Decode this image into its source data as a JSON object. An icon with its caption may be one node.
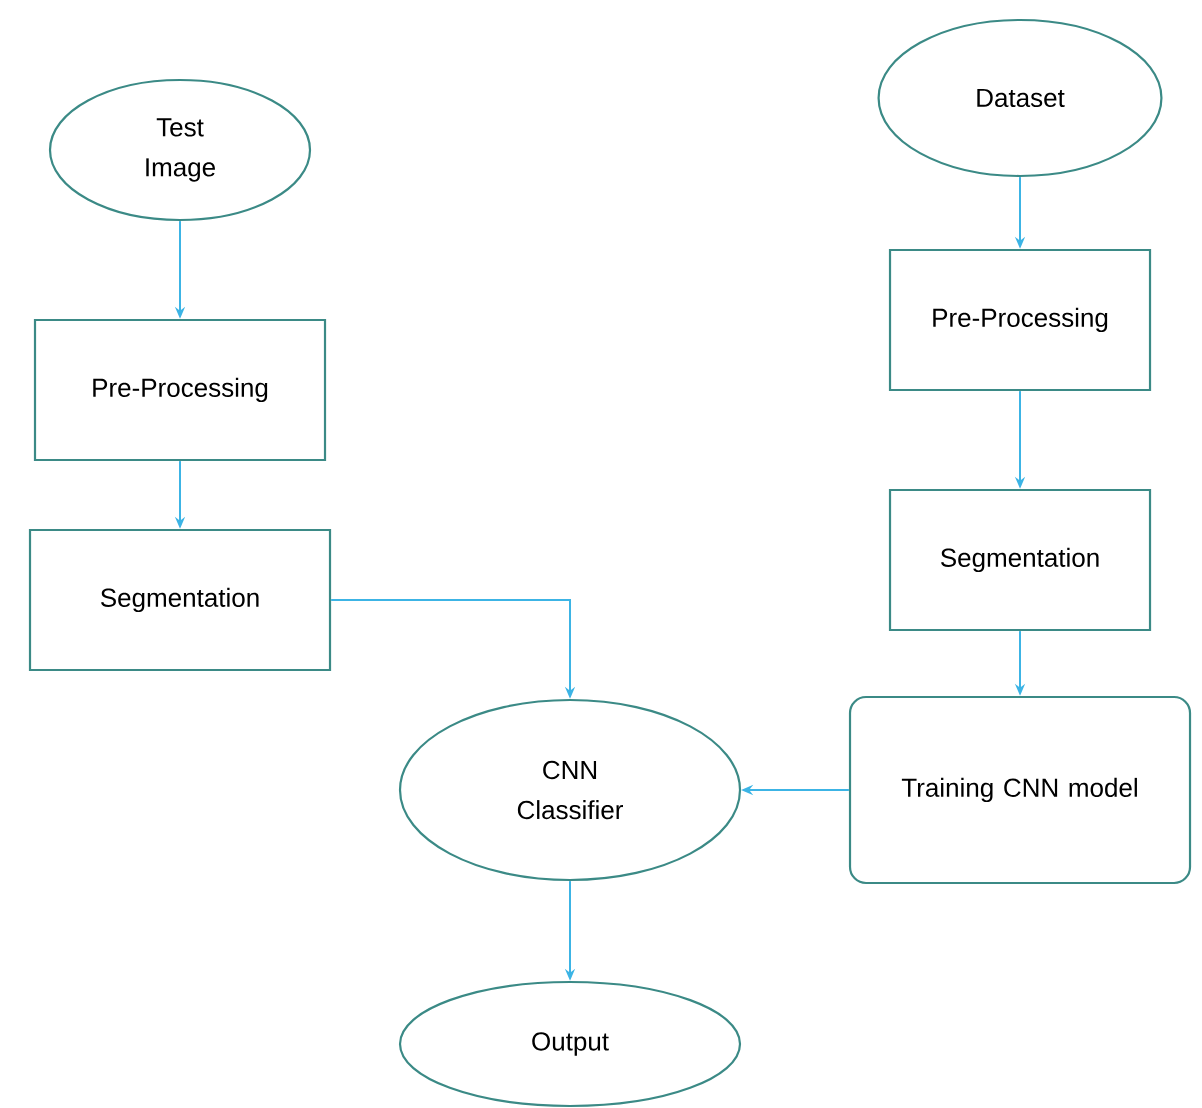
{
  "diagram": {
    "nodes": [
      {
        "text": [
          "Test Image"
        ]
      },
      {
        "text": [
          "Pre-Processing"
        ]
      },
      {
        "text": [
          "Segmentation"
        ]
      },
      {
        "text": [
          "Dataset"
        ]
      },
      {
        "text": [
          "Pre-Processing"
        ]
      },
      {
        "text": [
          "Segmentation"
        ]
      },
      {
        "text": [
          "Training CNN model"
        ]
      },
      {
        "text": [
          "CNN Classifier"
        ]
      },
      {
        "text": [
          "Output"
        ]
      }
    ],
    "edges": [
      {
        "from": 0,
        "to": 1,
        "arrow": "to"
      },
      {
        "from": 1,
        "to": 2,
        "arrow": "to"
      },
      {
        "from": 2,
        "to": 7,
        "arrow": "to"
      },
      {
        "from": 3,
        "to": 4,
        "arrow": "to"
      },
      {
        "from": 4,
        "to": 5,
        "arrow": "to"
      },
      {
        "from": 5,
        "to": 6,
        "arrow": "to"
      },
      {
        "from": 6,
        "to": 7,
        "arrow": "to"
      },
      {
        "from": 7,
        "to": 8,
        "arrow": "to"
      }
    ]
  }
}
